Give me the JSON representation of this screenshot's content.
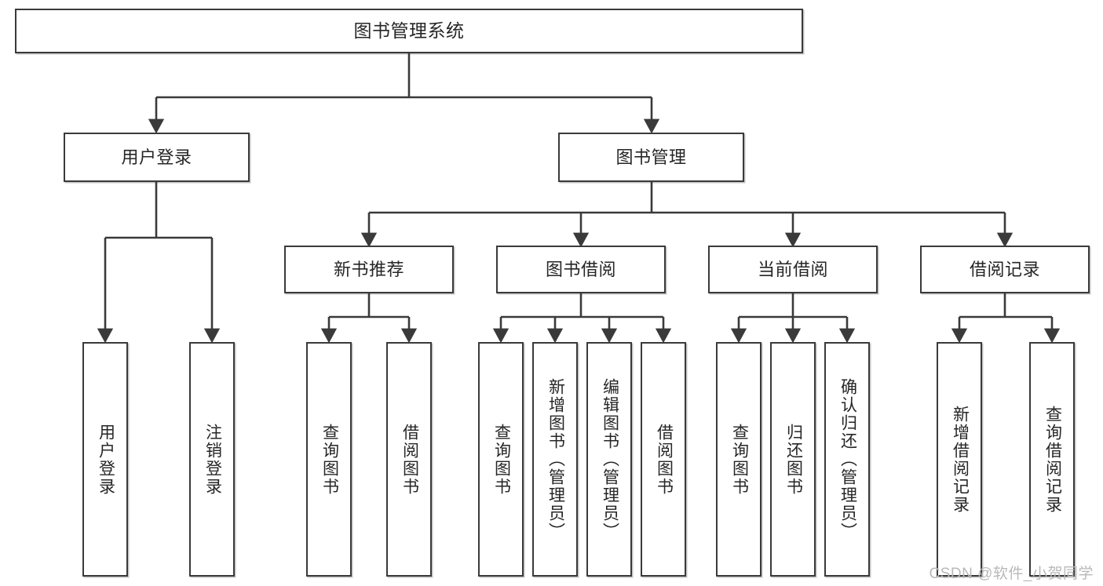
{
  "diagram": {
    "title": "图书管理系统",
    "type": "tree-hierarchy-chart",
    "colors": {
      "box_border": "#3a3a3a",
      "box_fill": "#ffffff",
      "connector": "#3a3a3a",
      "text": "#262626",
      "watermark": "#b9b9b9",
      "background": "#ffffff"
    },
    "root": {
      "label": "图书管理系统"
    },
    "level2": [
      {
        "label": "用户登录"
      },
      {
        "label": "图书管理"
      }
    ],
    "level3": [
      {
        "label": "新书推荐"
      },
      {
        "label": "图书借阅"
      },
      {
        "label": "当前借阅"
      },
      {
        "label": "借阅记录"
      }
    ],
    "leaves": {
      "user_login": [
        {
          "label": "用户登录"
        },
        {
          "label": "注销登录"
        }
      ],
      "new_book_recommend": [
        {
          "label": "查询图书"
        },
        {
          "label": "借阅图书"
        }
      ],
      "book_borrow": [
        {
          "label": "查询图书"
        },
        {
          "label": "新增图书（管理员）"
        },
        {
          "label": "编辑图书（管理员）"
        },
        {
          "label": "借阅图书"
        }
      ],
      "current_borrow": [
        {
          "label": "查询图书"
        },
        {
          "label": "归还图书"
        },
        {
          "label": "确认归还（管理员）"
        }
      ],
      "borrow_record": [
        {
          "label": "新增借阅记录"
        },
        {
          "label": "查询借阅记录"
        }
      ]
    }
  },
  "watermark": {
    "text": "CSDN @软件_小贺同学"
  }
}
